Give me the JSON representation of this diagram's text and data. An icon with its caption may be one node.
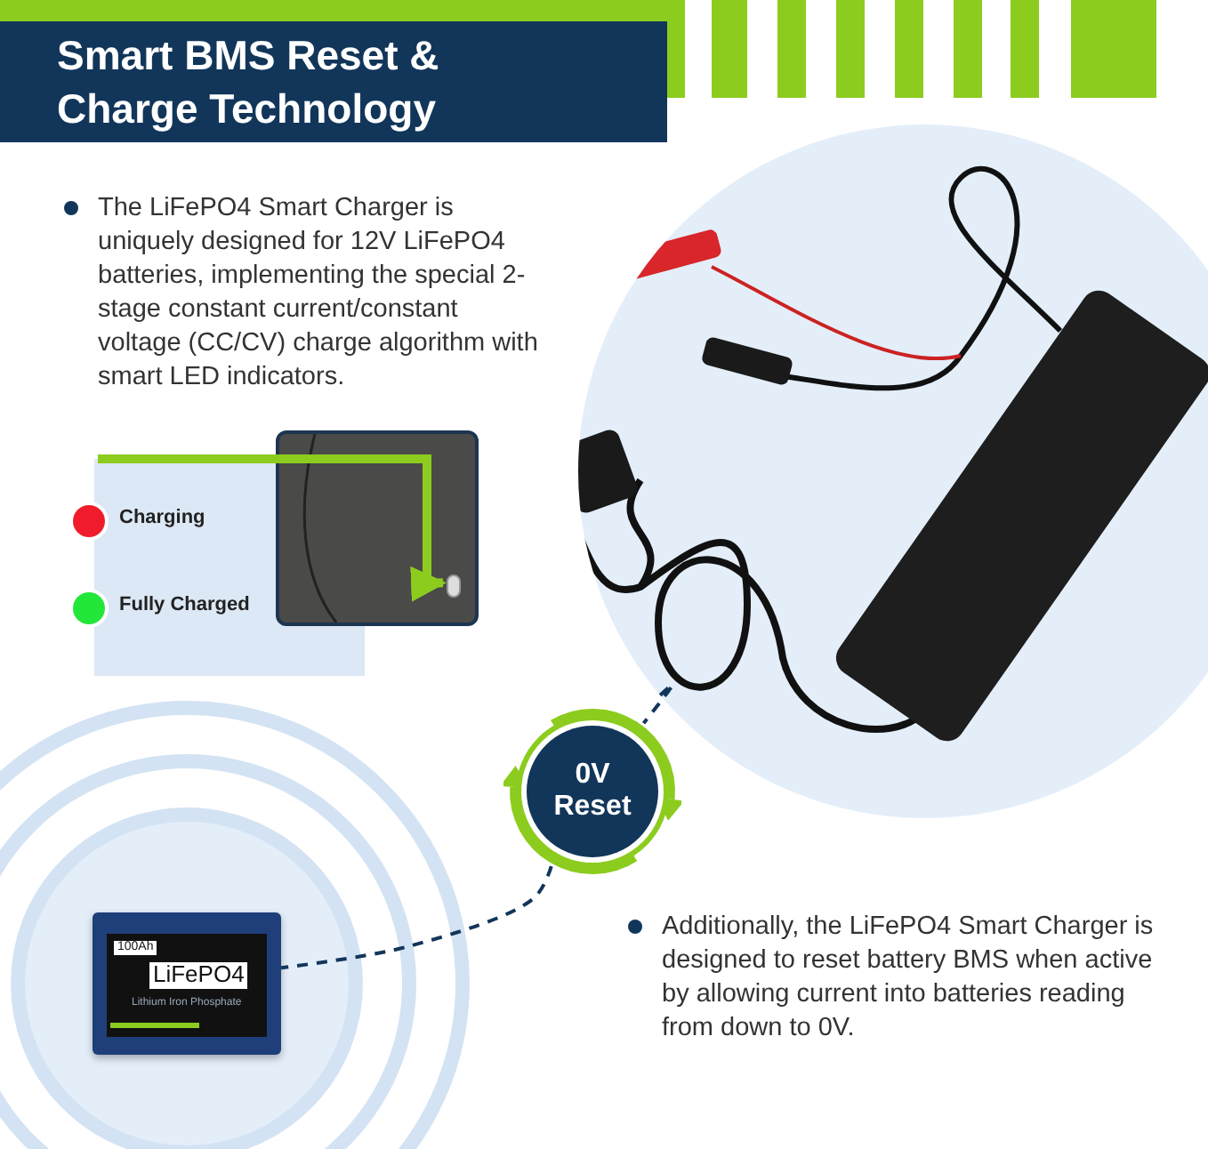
{
  "diagram": {
    "title": "Smart BMS Reset & Charge Technology",
    "nodes": [
      {
        "text": [],
        "shape": "picture"
      },
      {
        "text": [
          "0V Reset"
        ]
      },
      {
        "text": [
          "100Ah",
          "LiFePO4",
          "Lithium Iron Phosphate"
        ]
      },
      {
        "text": [],
        "shape": "picture"
      },
      {
        "text": [],
        "shape": "box",
        "in": 3
      }
    ],
    "edges": [
      {
        "from": 0,
        "to": 1,
        "arrow": "none",
        "style": "dashed"
      },
      {
        "from": 1,
        "to": 2,
        "arrow": "none",
        "style": "dashed"
      },
      {
        "from": null,
        "to": 4,
        "arrow": "to",
        "style": "thick",
        "color": "#8ccc1e"
      }
    ],
    "labels": [
      "The LiFePO4 Smart Charger is uniquely designed for 12V LiFePO4 batteries, implementing the special 2-stage constant current/constant voltage (CC/CV) charge algorithm with smart LED indicators.",
      "Additionally, the LiFePO4 Smart Charger is designed to reset battery BMS when active by allowing current into batteries reading from down to 0V."
    ],
    "legend": [
      {
        "text": "Charging",
        "color": "#f01c2c"
      },
      {
        "text": "Fully Charged",
        "color": "#22e63a"
      }
    ]
  }
}
